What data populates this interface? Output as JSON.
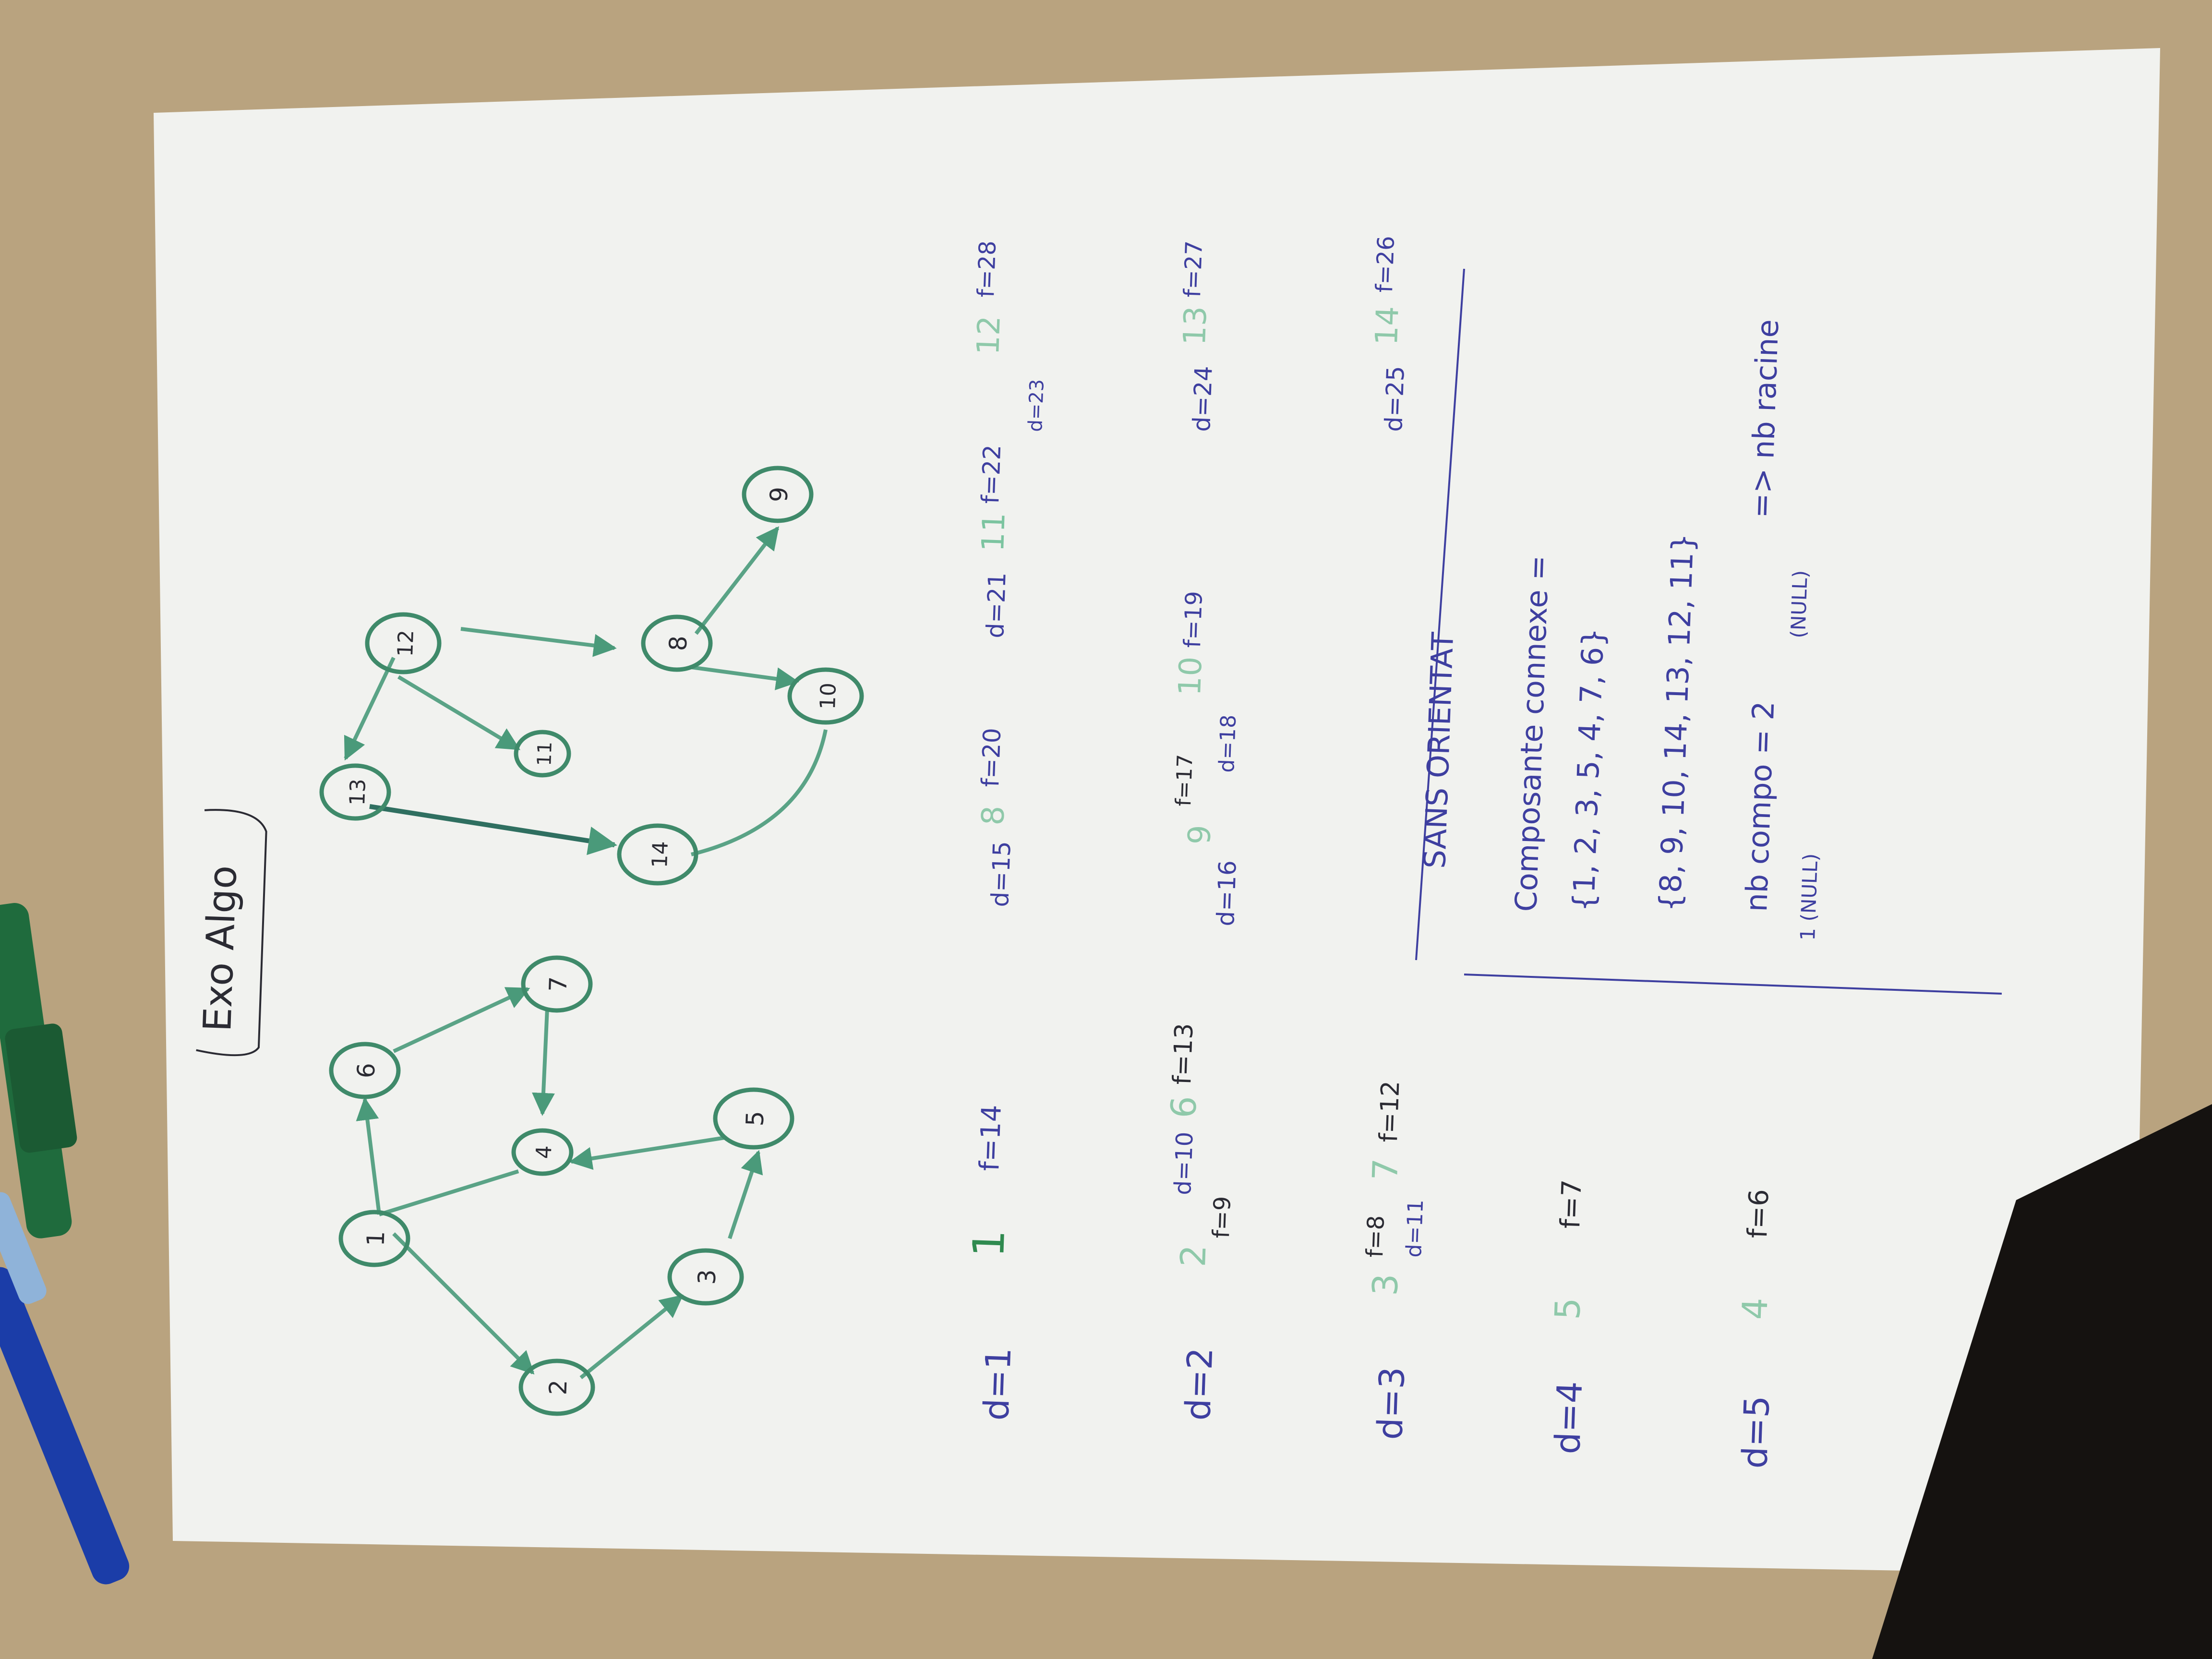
{
  "title": "Exo Algo",
  "colors": {
    "desk": "#b9a37f",
    "paper": "#f1f2ef",
    "green": "#3f9a6e",
    "green_light": "#7cc4a0",
    "blue": "#3e3fa0",
    "black": "#2b2b33"
  },
  "graph1": {
    "nodes": [
      "1",
      "2",
      "3",
      "4",
      "5",
      "6",
      "7"
    ]
  },
  "graph2": {
    "nodes": [
      "8",
      "9",
      "10",
      "11",
      "12",
      "13",
      "14"
    ]
  },
  "table_left": {
    "rows": [
      {
        "d": "d=1",
        "node": "1",
        "f": "f=14"
      },
      {
        "d": "d=2",
        "node": "2",
        "f": "f=9",
        "d_inner": "d=10",
        "node2": "6",
        "f2": "f=13"
      },
      {
        "d": "d=3",
        "node": "3",
        "f": "f=8",
        "d_inner": "d=11",
        "node2": "7",
        "f2": "f=12"
      },
      {
        "d": "d=4",
        "node": "5",
        "f": "f=7"
      },
      {
        "d": "d=5",
        "node": "4",
        "f": "f=6"
      }
    ]
  },
  "table_right": {
    "rows": [
      {
        "d": "d=15",
        "node": "8",
        "f": "f=20",
        "d2": "d=21",
        "node2": "11",
        "f2": "f=22",
        "d3": "d=23",
        "node3": "12",
        "f3": "f=28"
      },
      {
        "d": "d=16",
        "node": "9",
        "f": "f=17",
        "d2": "d=18",
        "node2": "10",
        "f2": "f=19",
        "d3": "d=24",
        "node3": "13",
        "f3": "f=27"
      },
      {
        "d": "d=25",
        "node": "14",
        "f": "f=26"
      }
    ]
  },
  "section": {
    "heading": "SANS ORIENTAT",
    "composante": "Composante connexe =",
    "set1": "{1, 2, 3, 5, 4, 7, 6}",
    "set2": "{8, 9, 10, 14, 13, 12, 11}",
    "nb_compo": "nb compo = 2",
    "nb_racine": "=> nb racine",
    "null1": "1 (NULL)",
    "null2": "(NULL)"
  }
}
